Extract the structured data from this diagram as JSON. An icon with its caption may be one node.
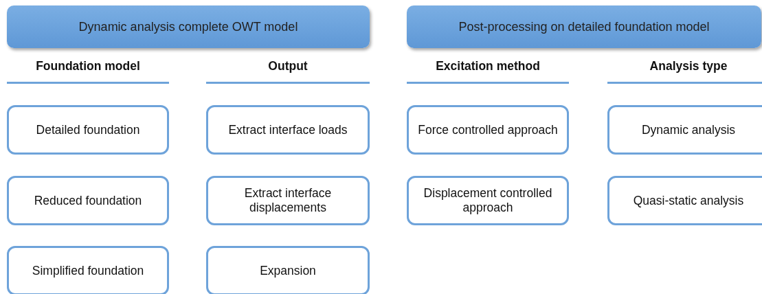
{
  "diagram": {
    "nodes": [
      {
        "text": [
          "Dynamic analysis complete OWT model"
        ]
      },
      {
        "text": [
          "Post-processing on detailed foundation model"
        ]
      },
      {
        "text": [
          "Detailed foundation"
        ]
      },
      {
        "text": [
          "Extract interface loads"
        ]
      },
      {
        "text": [
          "Force controlled approach"
        ]
      },
      {
        "text": [
          "Dynamic analysis"
        ]
      },
      {
        "text": [
          "Reduced foundation"
        ]
      },
      {
        "text": [
          "Extract interface displacements"
        ]
      },
      {
        "text": [
          "Displacement controlled approach"
        ]
      },
      {
        "text": [
          "Quasi-static analysis"
        ]
      },
      {
        "text": [
          "Simplified foundation"
        ]
      },
      {
        "text": [
          "Expansion"
        ]
      }
    ],
    "labels": [
      "Foundation model",
      "Output",
      "Excitation method",
      "Analysis type"
    ]
  }
}
